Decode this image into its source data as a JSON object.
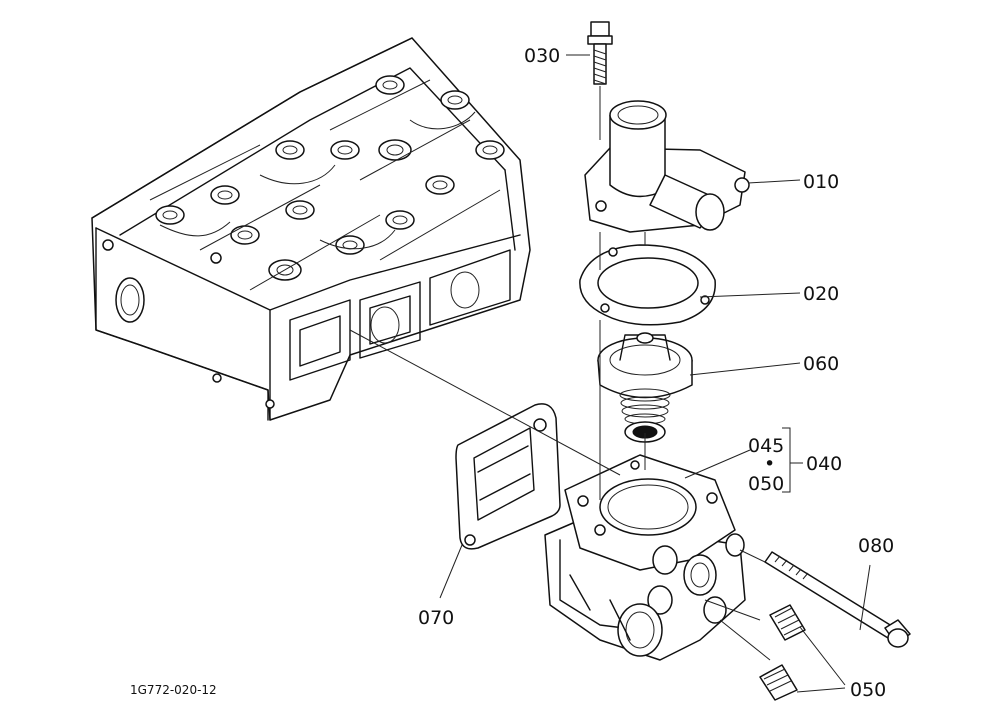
{
  "diagram": {
    "drawing_code": "1G772-020-12",
    "callouts": {
      "p010": "010",
      "p020": "020",
      "p030": "030",
      "p040": "040",
      "p045": "045",
      "p050_sub": "050",
      "p050_bottom": "050",
      "p060": "060",
      "p070": "070",
      "p080": "080",
      "dot": "•"
    }
  }
}
